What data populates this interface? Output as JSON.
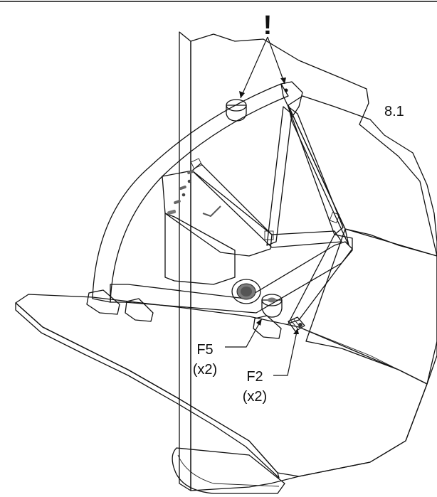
{
  "figure": {
    "step_number": "8.1",
    "caution_mark": "!",
    "callouts": [
      {
        "part": "F5",
        "quantity": "(x2)"
      },
      {
        "part": "F2",
        "quantity": "(x2)"
      }
    ]
  },
  "colors": {
    "wall": "#c9c9ac",
    "wall_dark": "#8f8c79",
    "board": "#f6ead0",
    "board_shadow": "#e6d6b2",
    "bracket": "#e9e9e9",
    "bracket_shade": "#bdbdbd",
    "ink": "#111111"
  }
}
